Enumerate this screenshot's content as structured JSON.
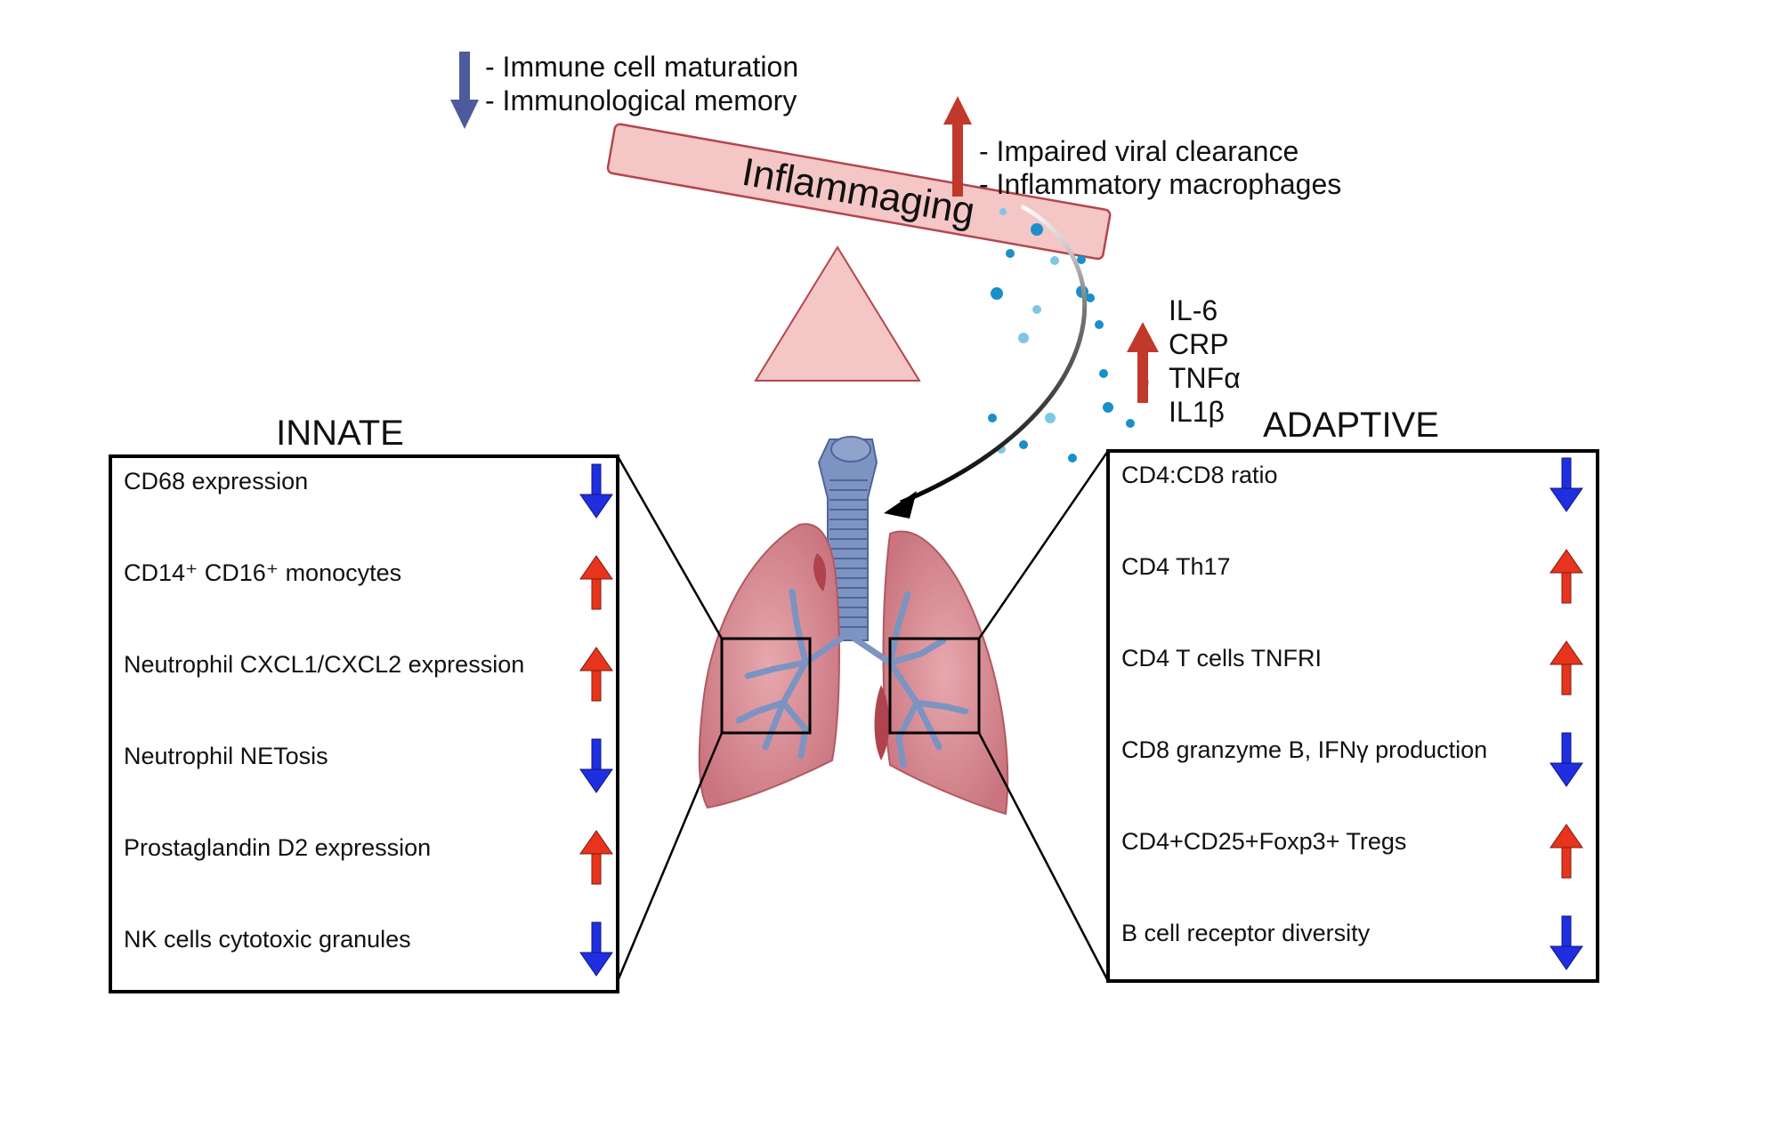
{
  "top_left": {
    "lines": [
      "- Immune cell maturation",
      "- Immunological memory"
    ],
    "arrow": "down-arrow",
    "arrow_color": "#4d5b9c"
  },
  "seesaw": {
    "beam_label": "Inflammaging",
    "beam_fill": "#f4c6c6",
    "beam_stroke": "#b4464e"
  },
  "top_right": {
    "lines": [
      "- Impaired viral clearance",
      "- Inflammatory macrophages"
    ],
    "arrow": "up-arrow",
    "arrow_color": "#c0392b"
  },
  "cytokines": {
    "items": [
      "IL-6",
      "CRP",
      "TNFα",
      "IL1β"
    ],
    "arrow": "up-arrow",
    "arrow_color": "#c0392b",
    "dot_color": "#1a8fc9"
  },
  "innate": {
    "title": "INNATE",
    "rows": [
      {
        "label": "CD68 expression",
        "direction": "down"
      },
      {
        "label": "CD14⁺ CD16⁺ monocytes",
        "direction": "up"
      },
      {
        "label": "Neutrophil CXCL1/CXCL2 expression",
        "direction": "up"
      },
      {
        "label": "Neutrophil NETosis",
        "direction": "down"
      },
      {
        "label": "Prostaglandin D2 expression",
        "direction": "up"
      },
      {
        "label": "NK cells cytotoxic granules",
        "direction": "down"
      }
    ]
  },
  "adaptive": {
    "title": "ADAPTIVE",
    "rows": [
      {
        "label": "CD4:CD8 ratio",
        "direction": "down"
      },
      {
        "label": "CD4 Th17",
        "direction": "up"
      },
      {
        "label": "CD4 T cells TNFRI",
        "direction": "up"
      },
      {
        "label": "CD8 granzyme B, IFNγ production",
        "direction": "down"
      },
      {
        "label": "CD4+CD25+Foxp3+ Tregs",
        "direction": "up"
      },
      {
        "label": "B cell receptor diversity",
        "direction": "down"
      }
    ]
  },
  "colors": {
    "up_arrow": "#e8341c",
    "down_arrow": "#1f2fe0",
    "lung_fill": "#d98b93",
    "trachea_fill": "#6f86b5"
  }
}
